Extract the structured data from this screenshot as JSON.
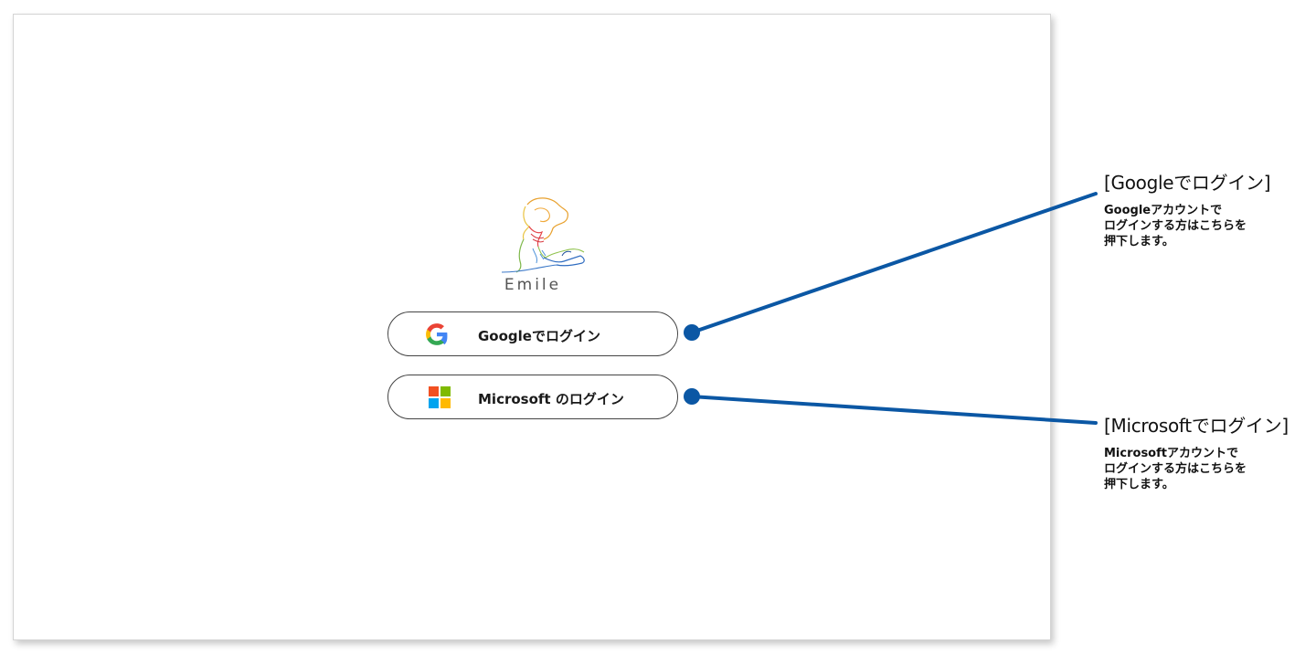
{
  "app": {
    "logo_text": "Emile"
  },
  "buttons": {
    "google_label": "Googleでログイン",
    "microsoft_label": "Microsoft のログイン"
  },
  "annotations": {
    "google": {
      "title": "[Googleでログイン]",
      "description": "Googleアカウントで\nログインする方はこちらを\n押下します。"
    },
    "microsoft": {
      "title": "[Microsoftでログイン]",
      "description": "Microsoftアカウントで\nログインする方はこちらを\n押下します。"
    }
  },
  "colors": {
    "connector": "#0b57a4",
    "google_blue": "#4285f4",
    "google_red": "#ea4335",
    "google_yellow": "#fbbc05",
    "google_green": "#34a853",
    "ms_red": "#f25022",
    "ms_green": "#7fba00",
    "ms_blue": "#00a4ef",
    "ms_yellow": "#ffb900"
  },
  "icons": {
    "google": "google-g-icon",
    "microsoft": "microsoft-logo-icon",
    "logo": "emile-line-art-logo"
  }
}
